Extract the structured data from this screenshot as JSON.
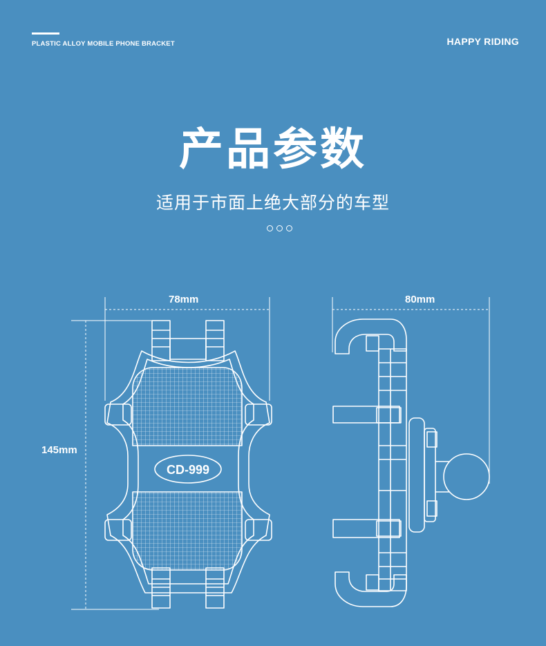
{
  "header": {
    "left_label": "PLASTIC ALLOY MOBILE PHONE BRACKET",
    "right_label": "HAPPY RIDING"
  },
  "main": {
    "title": "产品参数",
    "subtitle": "适用于市面上绝大部分的车型"
  },
  "dimensions": {
    "front_width": "78mm",
    "side_width": "80mm",
    "height": "145mm"
  },
  "product": {
    "model_label": "CD-999"
  },
  "colors": {
    "background": "#4a8fc0",
    "foreground": "#ffffff"
  }
}
